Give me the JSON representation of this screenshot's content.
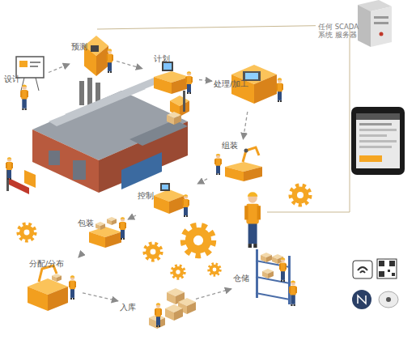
{
  "diagram": {
    "nodes": [
      {
        "text": [
          "设计"
        ]
      },
      {
        "text": [
          "预测"
        ]
      },
      {
        "text": [
          "计划"
        ]
      },
      {
        "text": [
          "处理/加工"
        ]
      },
      {
        "text": [
          "组装"
        ]
      },
      {
        "text": [
          "控制"
        ]
      },
      {
        "text": [
          "包装"
        ]
      },
      {
        "text": [
          "分配/分布"
        ]
      },
      {
        "text": [
          "入库"
        ]
      },
      {
        "text": [
          "仓储"
        ]
      },
      {
        "text": [
          "任何 SCADA系统 服务器"
        ]
      }
    ],
    "edges": [
      {
        "from": 0,
        "to": 1,
        "arrow": "to"
      },
      {
        "from": 1,
        "to": 2,
        "arrow": "to"
      },
      {
        "from": 2,
        "to": 3,
        "arrow": "to"
      },
      {
        "from": 3,
        "to": 4,
        "arrow": "to"
      },
      {
        "from": 4,
        "to": 5,
        "arrow": "to"
      },
      {
        "from": 5,
        "to": 6,
        "arrow": "to"
      },
      {
        "from": 6,
        "to": 7,
        "arrow": "to"
      },
      {
        "from": 7,
        "to": 8,
        "arrow": "to"
      },
      {
        "from": 8,
        "to": 9,
        "arrow": "to"
      },
      {
        "from": 1,
        "to": 10,
        "arrow": "none"
      }
    ]
  }
}
